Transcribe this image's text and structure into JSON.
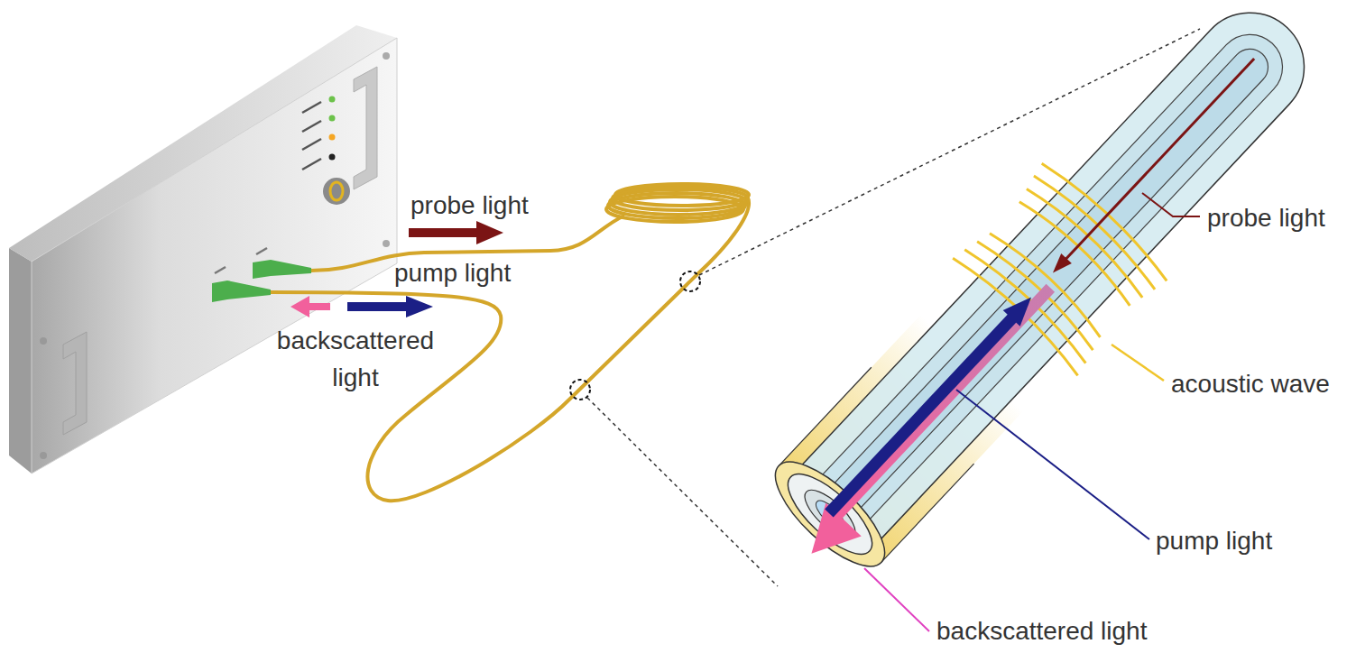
{
  "diagram": {
    "labels": [
      "probe light",
      "pump light",
      "backscattered light",
      "probe light",
      "acoustic wave",
      "pump light",
      "backscattered light"
    ]
  }
}
